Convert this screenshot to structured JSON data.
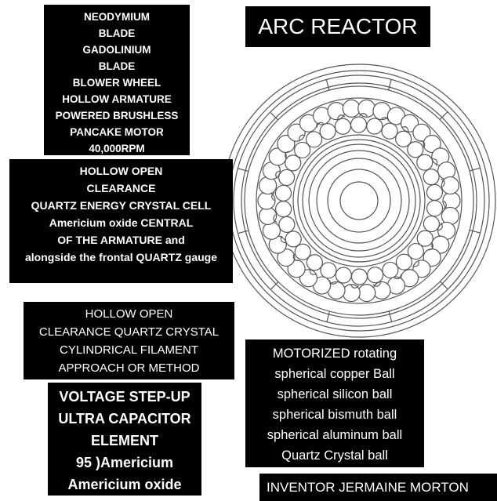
{
  "title": "ARC REACTOR",
  "motor_box": {
    "lines": [
      "NEODYMIUM",
      "BLADE",
      "GADOLINIUM",
      "BLADE",
      "BLOWER WHEEL",
      "HOLLOW ARMATURE",
      "POWERED  BRUSHLESS",
      "PANCAKE MOTOR",
      "40,000RPM"
    ]
  },
  "crystal_cell_box": {
    "lines": [
      "HOLLOW OPEN",
      "CLEARANCE",
      "QUARTZ ENERGY CRYSTAL CELL",
      "Americium oxide CENTRAL",
      "OF THE ARMATURE  and",
      "alongside the frontal QUARTZ gauge"
    ]
  },
  "filament_box": {
    "lines": [
      "HOLLOW OPEN",
      "CLEARANCE QUARTZ CRYSTAL",
      "CYLINDRICAL FILAMENT",
      "APPROACH OR METHOD"
    ]
  },
  "capacitor_box": {
    "lines": [
      "VOLTAGE STEP-UP",
      "ULTRA CAPACITOR",
      "ELEMENT",
      "95 )Americium",
      "Americium oxide"
    ]
  },
  "balls_box": {
    "lines": [
      "MOTORIZED rotating",
      "spherical copper Ball",
      "spherical silicon ball",
      "spherical bismuth ball",
      "spherical aluminum ball",
      "Quartz Crystal ball"
    ]
  },
  "inventor": "INVENTOR JERMAINE MORTON",
  "colors": {
    "box_bg": "#000000",
    "box_text": "#ffffff",
    "line_art": "#555555",
    "page_bg": "#ffffff"
  }
}
